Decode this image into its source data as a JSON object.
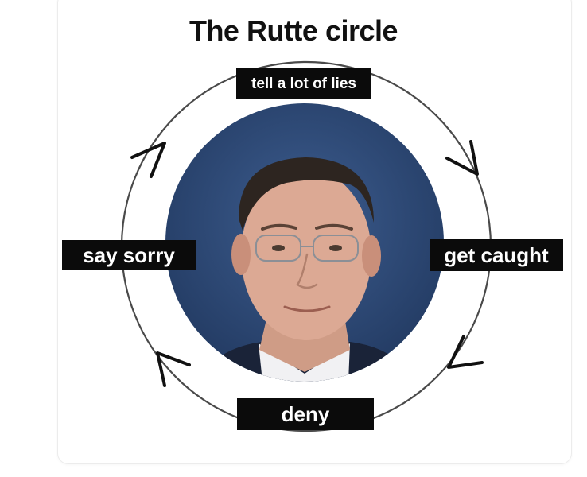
{
  "diagram": {
    "title": "The Rutte circle",
    "steps": [
      {
        "label": "tell a lot of lies"
      },
      {
        "label": "get caught"
      },
      {
        "label": "deny"
      },
      {
        "label": "say sorry"
      }
    ],
    "colors": {
      "label_background": "#0b0b0b",
      "label_text": "#ffffff",
      "circle_stroke": "#4a4a4a",
      "portrait_background": "#2e4a78",
      "title_text": "#111111"
    },
    "center_image": "portrait-photo",
    "arrow_direction": "clockwise"
  }
}
